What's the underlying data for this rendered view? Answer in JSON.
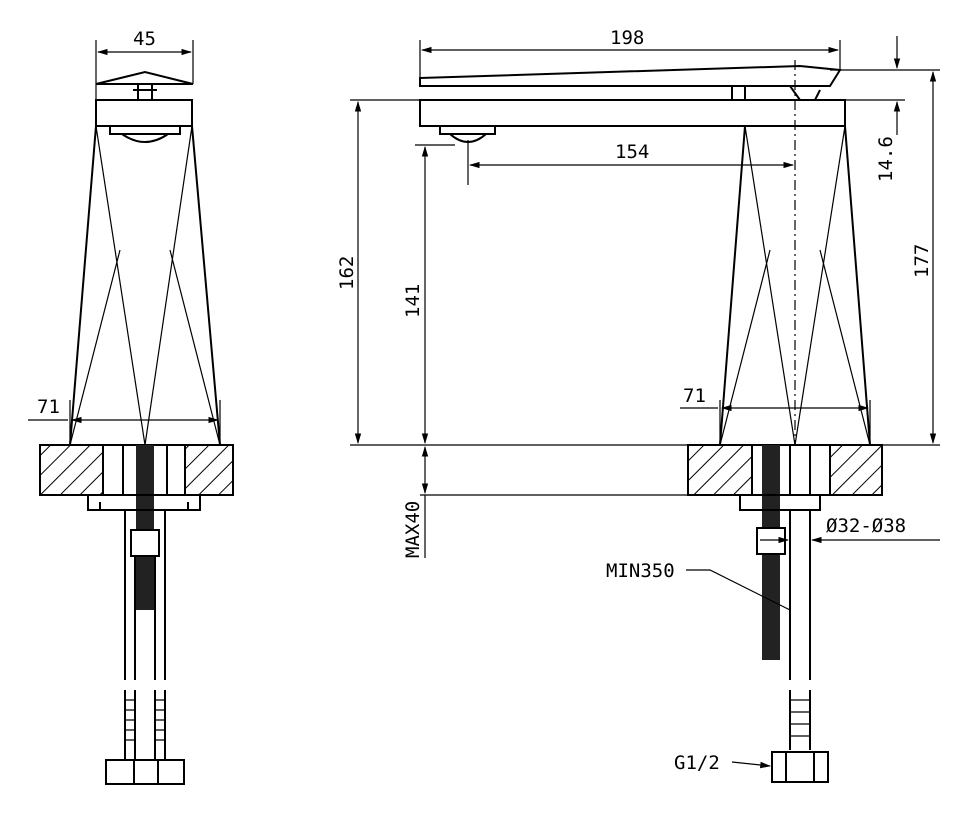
{
  "dimensions": {
    "front_top_width": "45",
    "front_base_width": "71",
    "side_overall_length": "198",
    "side_spout_reach": "154",
    "side_body_height": "162",
    "side_spout_outlet_height": "141",
    "side_handle_height": "14.6",
    "side_overall_height": "177",
    "side_base_width": "71",
    "max_deck_thickness": "MAX40",
    "hole_diameter": "Ø32-Ø38",
    "min_hose_length": "MIN350",
    "connection_thread": "G1/2"
  },
  "colors": {
    "line": "#000000",
    "background": "#ffffff"
  }
}
